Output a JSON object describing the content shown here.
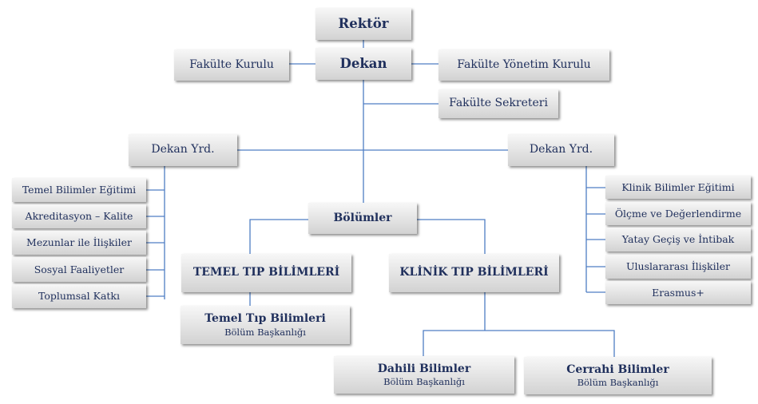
{
  "rector": "Rektör",
  "dean": "Dekan",
  "faculty_board": "Fakülte Kurulu",
  "faculty_exec_board": "Fakülte Yönetim Kurulu",
  "faculty_secretary": "Fakülte Sekreteri",
  "vice_dean_left": "Dekan Yrd.",
  "vice_dean_right": "Dekan Yrd.",
  "left_items": [
    "Temel Bilimler Eğitimi",
    "Akreditasyon – Kalite",
    "Mezunlar ile İlişkiler",
    "Sosyal Faaliyetler",
    "Toplumsal Katkı"
  ],
  "right_items": [
    "Klinik Bilimler Eğitimi",
    "Ölçme ve Değerlendirme",
    "Yatay Geçiş ve İntibak",
    "Uluslararası İlişkiler",
    "Erasmus+"
  ],
  "departments": "Bölümler",
  "basic_sciences": "TEMEL TIP BİLİMLERİ",
  "clinical_sciences": "KLİNİK TIP BİLİMLERİ",
  "basic_head": {
    "title": "Temel Tıp Bilimleri",
    "subtitle": "Bölüm Başkanlığı"
  },
  "internal_head": {
    "title": "Dahili Bilimler",
    "subtitle": "Bölüm Başkanlığı"
  },
  "surgical_head": {
    "title": "Cerrahi Bilimler",
    "subtitle": "Bölüm Başkanlığı"
  },
  "colors": {
    "line": "#4f7ec4",
    "text": "#1f2f5c",
    "box_top": "#f7f7f7",
    "box_bottom": "#d2d2d2"
  }
}
